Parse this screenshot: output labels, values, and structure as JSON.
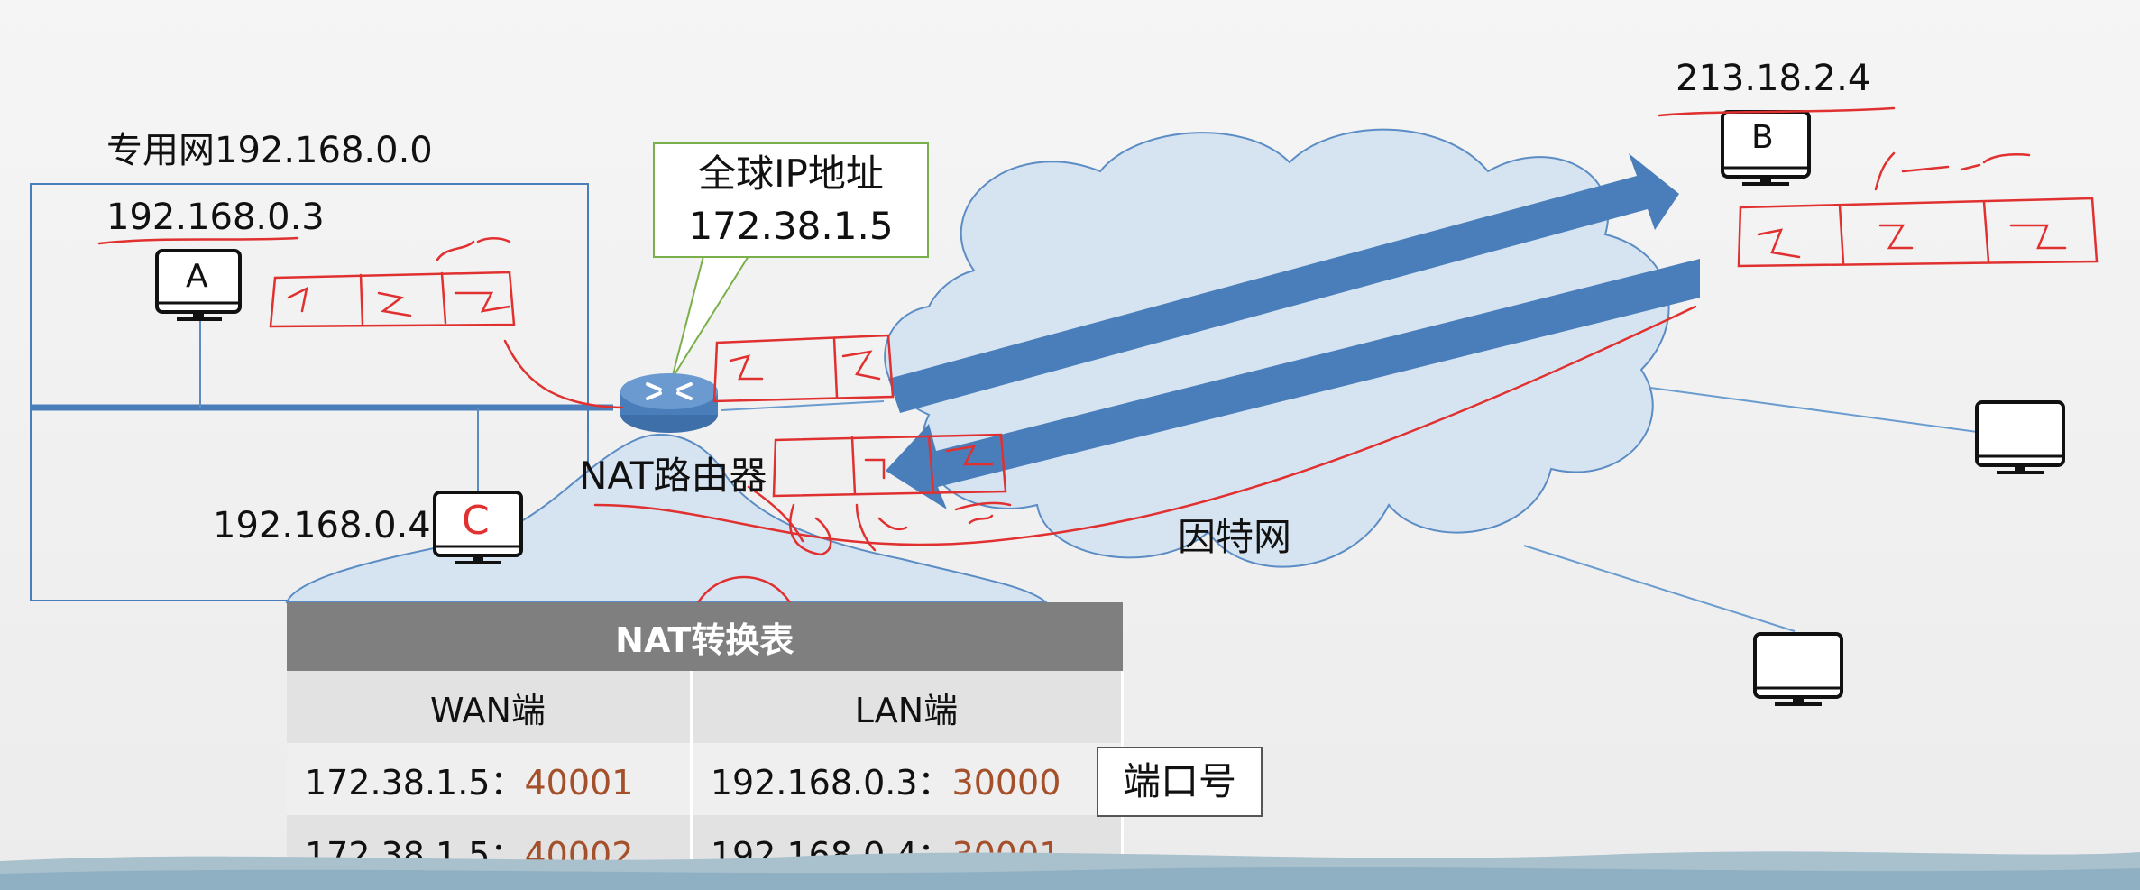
{
  "slide": {
    "private_net_label": "专用网192.168.0.0",
    "host_a_ip": "192.168.0.3",
    "host_a_name": "A",
    "host_c_ip": "192.168.0.4",
    "host_c_name": "C",
    "callout_line1": "全球IP地址",
    "callout_line2": "172.38.1.5",
    "router_label": "NAT路由器",
    "internet_label": "因特网",
    "host_b_ip": "213.18.2.4",
    "host_b_name": "B"
  },
  "nat_table": {
    "title": "NAT转换表",
    "headers": [
      "WAN端",
      "LAN端"
    ],
    "rows": [
      {
        "wan_ip": "172.38.1.5：",
        "wan_port": "40001",
        "lan_ip": "192.168.0.3：",
        "lan_port": "30000"
      },
      {
        "wan_ip": "172.38.1.5：",
        "wan_port": "40002",
        "lan_ip": "192.168.0.4：",
        "lan_port": "30001"
      }
    ],
    "port_label": "端口号"
  },
  "colors": {
    "arrow": "#4a7ebb",
    "cloud": "#d6e4f2",
    "annotation": "#e03030",
    "table_header": "#7f7f7f"
  }
}
